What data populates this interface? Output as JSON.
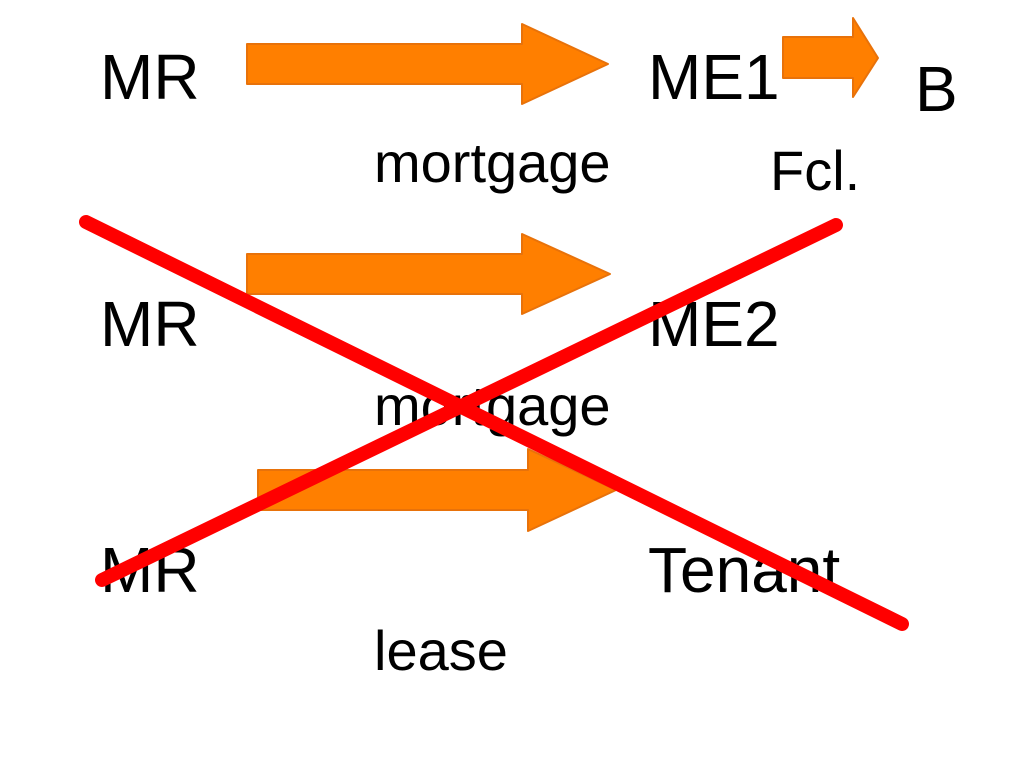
{
  "rows": [
    {
      "from": "MR",
      "to": "ME1",
      "relation": "mortgage"
    },
    {
      "from": "MR",
      "to": "ME2",
      "relation": "mortgage"
    },
    {
      "from": "MR",
      "to": "Tenant",
      "relation": "lease"
    }
  ],
  "foreclosure": {
    "target": "B",
    "label": "Fcl."
  },
  "colors": {
    "arrow": "#FF7F00",
    "cross": "#FF0000",
    "text": "#000000"
  }
}
